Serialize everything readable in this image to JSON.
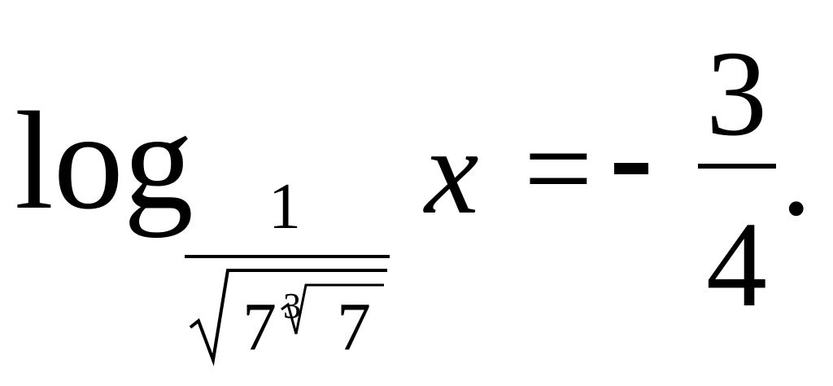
{
  "equation": {
    "log_label": "log",
    "base_numerator": "1",
    "base_radicand_outer": "7",
    "root_index": "3",
    "base_radicand_inner": "7",
    "variable": "x",
    "equals": "=",
    "rhs_numerator": "3",
    "rhs_denominator": "4",
    "end_punctuation": "."
  }
}
